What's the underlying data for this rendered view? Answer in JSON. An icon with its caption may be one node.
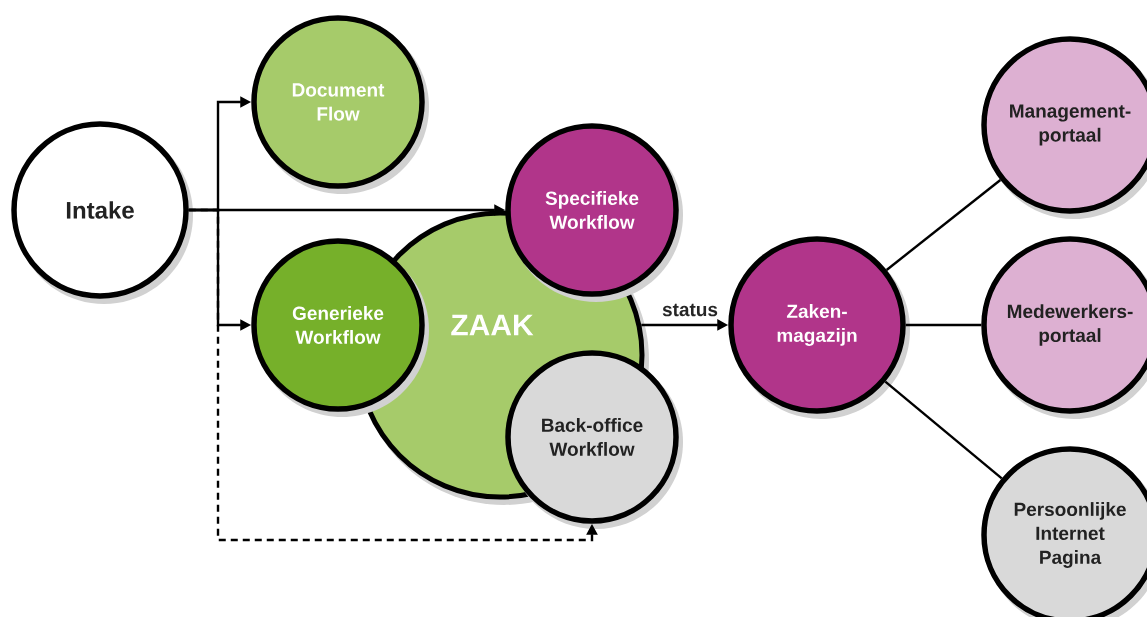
{
  "diagram": {
    "nodes": [
      {
        "text": [
          "Intake"
        ]
      },
      {
        "text": [
          "Document Flow"
        ]
      },
      {
        "text": [
          "ZAAK"
        ]
      },
      {
        "text": [
          "Specifieke Workflow"
        ]
      },
      {
        "text": [
          "Generieke Workflow"
        ]
      },
      {
        "text": [
          "Back-office Workflow"
        ]
      },
      {
        "text": [
          "Zaken- magazijn"
        ]
      },
      {
        "text": [
          "Management- portaal"
        ]
      },
      {
        "text": [
          "Medewerkers- portaal"
        ]
      },
      {
        "text": [
          "Persoonlijke Internet Pagina"
        ]
      }
    ],
    "edges": [
      {
        "from": 0,
        "to": 1,
        "arrow": "to"
      },
      {
        "from": 0,
        "to": 3,
        "arrow": "to"
      },
      {
        "from": 0,
        "to": 4,
        "arrow": "to"
      },
      {
        "from": 0,
        "to": 5,
        "arrow": "to",
        "style": "dashed"
      },
      {
        "from": 2,
        "to": 6,
        "arrow": "to",
        "label": "status"
      },
      {
        "from": 6,
        "to": 7,
        "arrow": "none"
      },
      {
        "from": 6,
        "to": 8,
        "arrow": "none"
      },
      {
        "from": 6,
        "to": 9,
        "arrow": "none"
      }
    ]
  }
}
